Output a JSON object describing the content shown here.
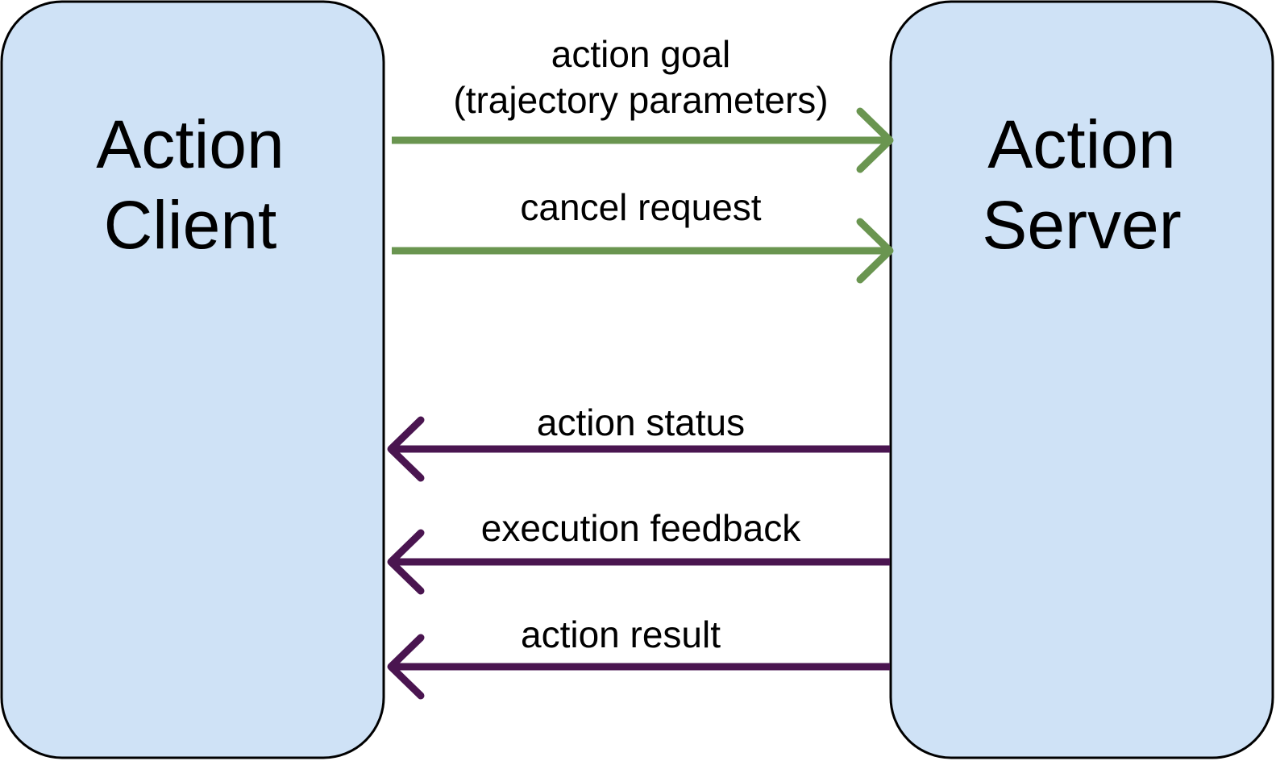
{
  "diagram": {
    "nodes": {
      "client": {
        "line1": "Action",
        "line2": "Client",
        "fill": "#cfe2f6"
      },
      "server": {
        "line1": "Action",
        "line2": "Server",
        "fill": "#cfe2f6"
      }
    },
    "edges": {
      "goal": {
        "label_line1": "action goal",
        "label_line2": "(trajectory parameters)",
        "from": "client",
        "to": "server",
        "color": "#6a9550"
      },
      "cancel": {
        "label": "cancel request",
        "from": "client",
        "to": "server",
        "color": "#6a9550"
      },
      "status": {
        "label": "action status",
        "from": "server",
        "to": "client",
        "color": "#4a1550"
      },
      "feedback": {
        "label": "execution feedback",
        "from": "server",
        "to": "client",
        "color": "#4a1550"
      },
      "result": {
        "label": "action result",
        "from": "server",
        "to": "client",
        "color": "#4a1550"
      }
    }
  }
}
